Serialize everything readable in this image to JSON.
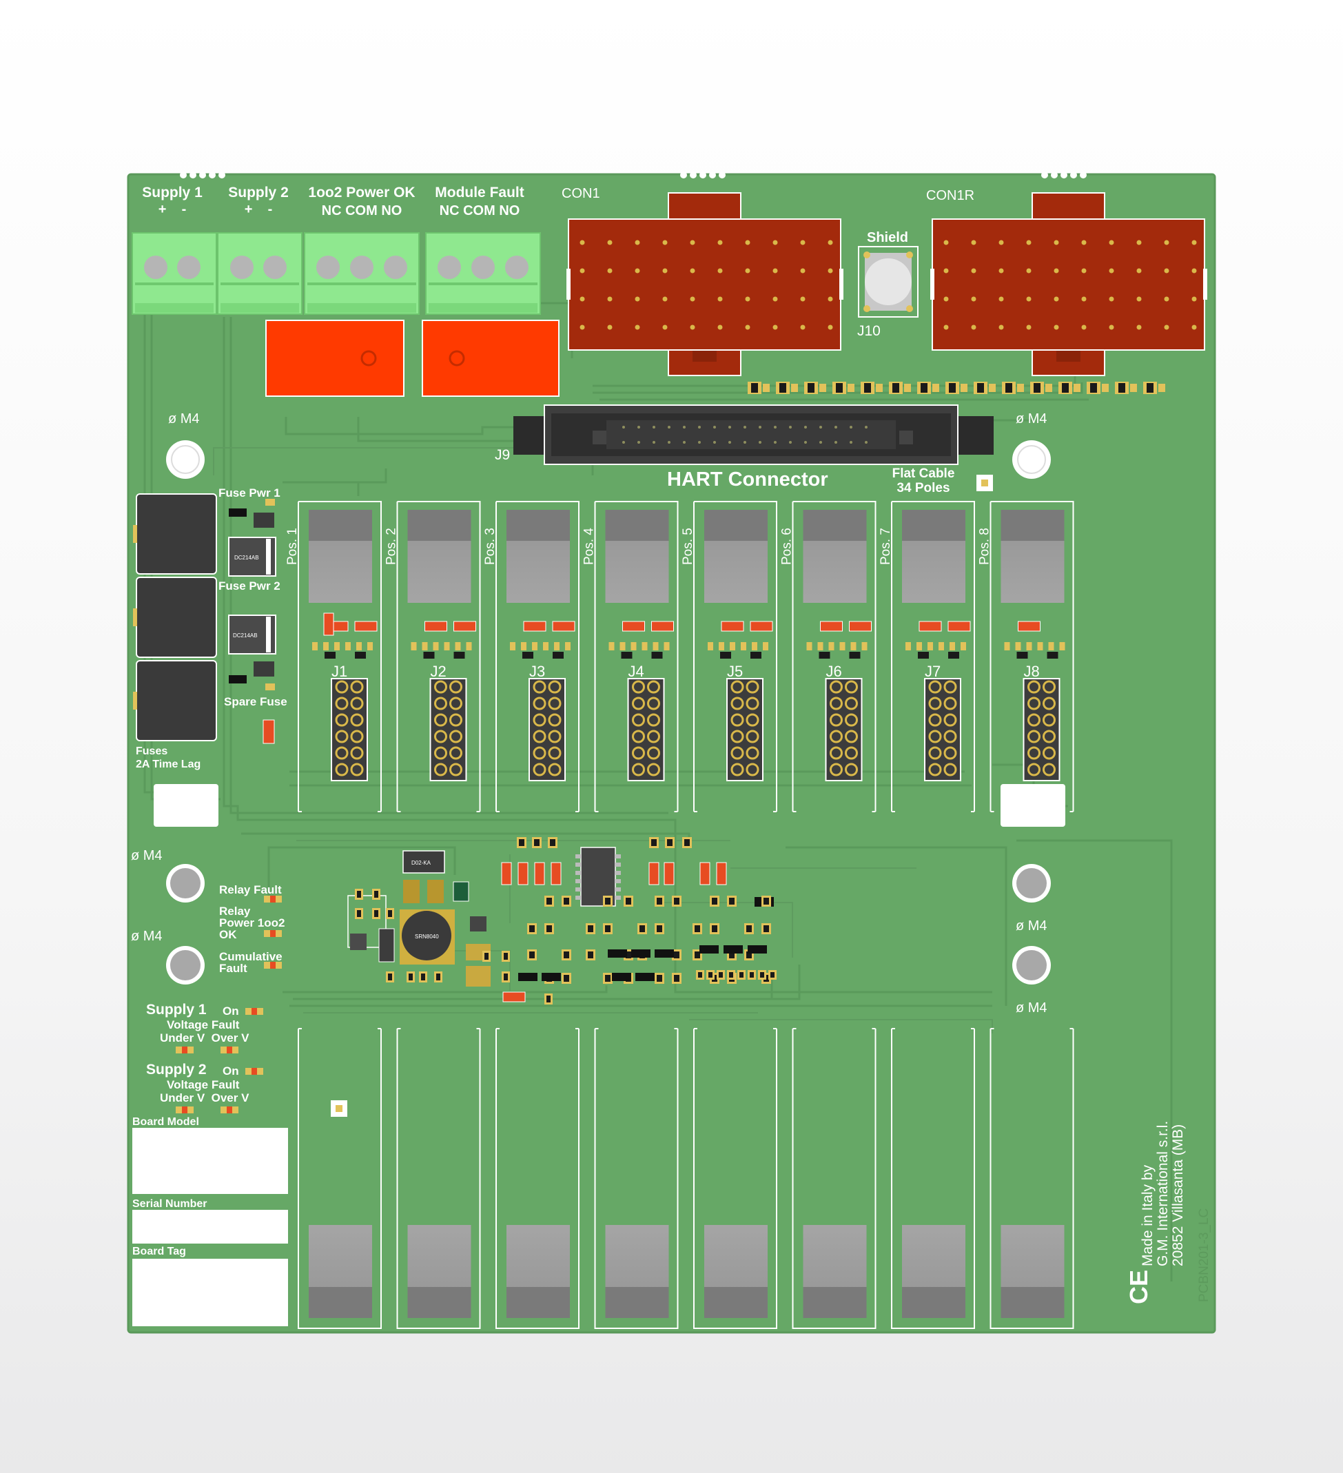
{
  "terminals": {
    "supply1": {
      "title": "Supply 1",
      "polarity": "+    -"
    },
    "supply2": {
      "title": "Supply 2",
      "polarity": "+    -"
    },
    "power_ok": {
      "title": "1oo2 Power OK",
      "sub": "NC COM NO"
    },
    "module_fault": {
      "title": "Module Fault",
      "sub": "NC COM NO"
    }
  },
  "connectors": {
    "con1": "CON1",
    "con1r": "CON1R",
    "shield": "Shield",
    "j10": "J10",
    "j9": "J9",
    "hart": "HART Connector",
    "flat_cable_1": "Flat Cable",
    "flat_cable_2": "34 Poles"
  },
  "holes": {
    "m4": "ø M4"
  },
  "fuses": {
    "fuse1": "Fuse Pwr 1",
    "fuse2": "Fuse Pwr 2",
    "spare": "Spare Fuse",
    "note1": "Fuses",
    "note2": "2A Time Lag"
  },
  "positions": [
    "Pos. 1",
    "Pos. 2",
    "Pos. 3",
    "Pos. 4",
    "Pos. 5",
    "Pos. 6",
    "Pos. 7",
    "Pos. 8"
  ],
  "jumpers": [
    "J1",
    "J2",
    "J3",
    "J4",
    "J5",
    "J6",
    "J7",
    "J8"
  ],
  "leds": {
    "relay_fault": "Relay Fault",
    "relay_power_1": "Relay",
    "relay_power_2": "Power 1oo2",
    "relay_power_3": "OK",
    "cumulative_1": "Cumulative",
    "cumulative_2": "Fault"
  },
  "supply_status": {
    "s1": "Supply 1",
    "s2": "Supply 2",
    "on": "On",
    "voltage_fault": "Voltage Fault",
    "under_over": "Under V  Over V"
  },
  "labels": {
    "board_model": "Board Model",
    "serial_number": "Serial Number",
    "board_tag": "Board Tag"
  },
  "maker": {
    "line1": "Made in Italy by",
    "line2": "G.M. International s.r.l.",
    "line3": "20852 Villasanta (MB)",
    "ce": "CE",
    "code": "PCBN201-3_LC"
  },
  "chip_marks": {
    "fuse_chip": "DC214AB",
    "inductor": "SRN8040",
    "ic": "D02-KA"
  },
  "colors": {
    "board": "#66a866",
    "board_edge": "#5a995a",
    "trace": "#59985a",
    "terminal": "#90ee90",
    "relay": "#ff3a00",
    "connector": "#a32a0c",
    "component_dark": "#3c3c3c",
    "socket_grey": "#8c8c8c",
    "pad_gold": "#e2c25a",
    "smd_red": "#e74c22",
    "label_white": "#ffffff"
  }
}
